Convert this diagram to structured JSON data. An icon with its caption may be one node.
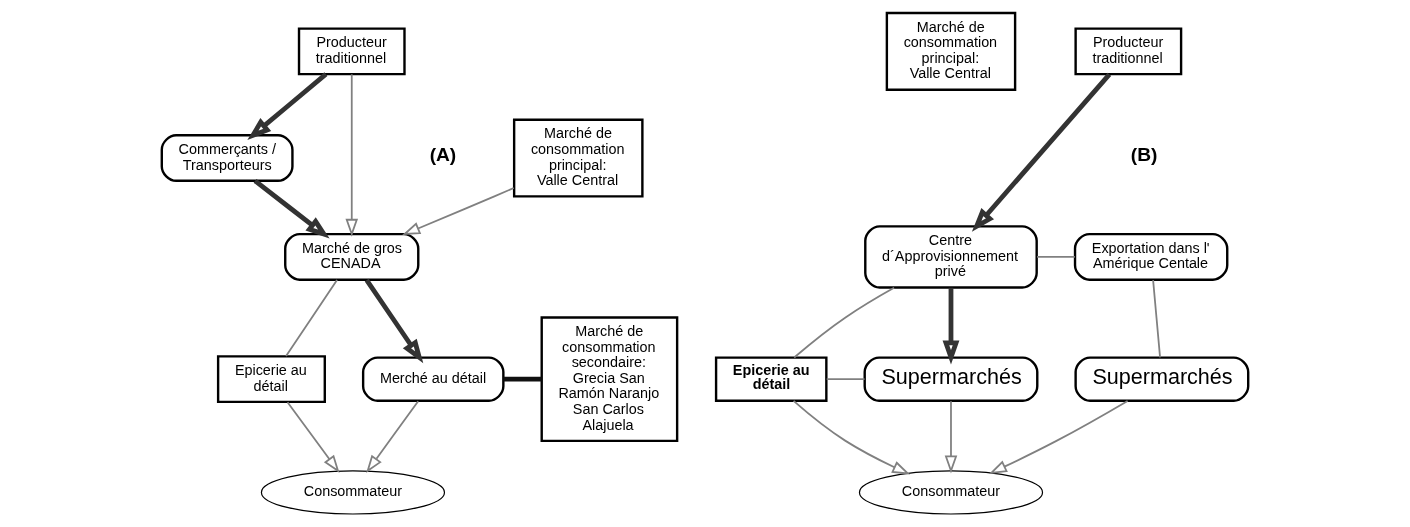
{
  "diagram": {
    "nodes": [
      {
        "text": [
          "Producteur traditionnel"
        ]
      },
      {
        "text": [
          "Commerçants / Transporteurs"
        ]
      },
      {
        "text": [
          "Marché de consommation principal: Valle Central"
        ]
      },
      {
        "text": [
          "Marché de gros CENADA"
        ]
      },
      {
        "text": [
          "Epicerie au détail"
        ]
      },
      {
        "text": [
          "Merché au détail"
        ]
      },
      {
        "text": [
          "Marché de consommation secondaire: Grecia San Ramón Naranjo San Carlos Alajuela"
        ]
      },
      {
        "text": [
          "Consommateur"
        ]
      },
      {
        "text": [
          "Producteur traditionnel"
        ]
      },
      {
        "text": [
          "Marché de consommation principal: Valle Central"
        ]
      },
      {
        "text": [
          "Centre d´Approvisionnement privé"
        ]
      },
      {
        "text": [
          "Exportation dans l' Amérique Centale"
        ]
      },
      {
        "text": [
          "Epicerie au détail"
        ]
      },
      {
        "text": [
          "Supermarchés"
        ]
      },
      {
        "text": [
          "Supermarchés"
        ]
      },
      {
        "text": [
          "Consommateur"
        ]
      }
    ],
    "edges": [
      {
        "from": 0,
        "to": 1,
        "arrow": "to",
        "style": "thick",
        "color": "#333333"
      },
      {
        "from": 1,
        "to": 3,
        "arrow": "to",
        "style": "thick",
        "color": "#333333"
      },
      {
        "from": 0,
        "to": 3,
        "arrow": "to"
      },
      {
        "from": 2,
        "to": 3,
        "arrow": "to"
      },
      {
        "from": 3,
        "to": 5,
        "arrow": "to",
        "style": "thick",
        "color": "#333333"
      },
      {
        "from": 3,
        "to": 4,
        "arrow": "none"
      },
      {
        "from": 5,
        "to": 6,
        "arrow": "none",
        "style": "thick",
        "color": "#111111"
      },
      {
        "from": 5,
        "to": 7,
        "arrow": "to"
      },
      {
        "from": 4,
        "to": 7,
        "arrow": "to"
      },
      {
        "from": 8,
        "to": 10,
        "arrow": "to",
        "style": "thick",
        "color": "#333333"
      },
      {
        "from": 10,
        "to": 12,
        "arrow": "none"
      },
      {
        "from": 10,
        "to": 11,
        "arrow": "none"
      },
      {
        "from": 10,
        "to": 13,
        "arrow": "to",
        "style": "thick",
        "color": "#333333"
      },
      {
        "from": 12,
        "to": 13,
        "arrow": "none"
      },
      {
        "from": 11,
        "to": 14,
        "arrow": "none"
      },
      {
        "from": 13,
        "to": 15,
        "arrow": "to"
      },
      {
        "from": 12,
        "to": 15,
        "arrow": "to"
      },
      {
        "from": 14,
        "to": 15,
        "arrow": "to"
      }
    ],
    "labels": [
      "(A)",
      "(B)"
    ]
  }
}
